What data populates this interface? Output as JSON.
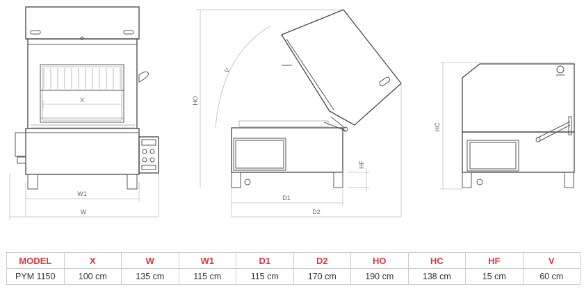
{
  "dimension_labels": {
    "x": "X",
    "w": "W",
    "w1": "W1",
    "d1": "D1",
    "d2": "D2",
    "ho": "HO",
    "hc": "HC",
    "hf": "HF",
    "v": "V"
  },
  "table": {
    "headers": [
      "MODEL",
      "X",
      "W",
      "W1",
      "D1",
      "D2",
      "HO",
      "HC",
      "HF",
      "V"
    ],
    "rows": [
      [
        "PYM 1150",
        "100 cm",
        "135 cm",
        "115 cm",
        "115 cm",
        "170 cm",
        "190 cm",
        "138 cm",
        "15 cm",
        "60 cm"
      ]
    ]
  },
  "colors": {
    "header_text": "#e3343c",
    "line": "#555555"
  }
}
